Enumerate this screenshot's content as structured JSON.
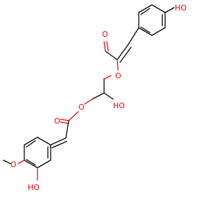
{
  "molecule": {
    "atom_labels": {
      "top_hydroxyl": "HO",
      "top_carbonyl_oxygen": "O",
      "top_ester_oxygen": "O",
      "middle_hydroxyl": "HO",
      "bottom_ester_oxygen": "O",
      "bottom_carbonyl_oxygen": "O",
      "methoxy_oxygen": "O",
      "bottom_hydroxyl": "HO"
    },
    "colors": {
      "bond": "#000000",
      "heteroatom": "#ff0000"
    }
  }
}
